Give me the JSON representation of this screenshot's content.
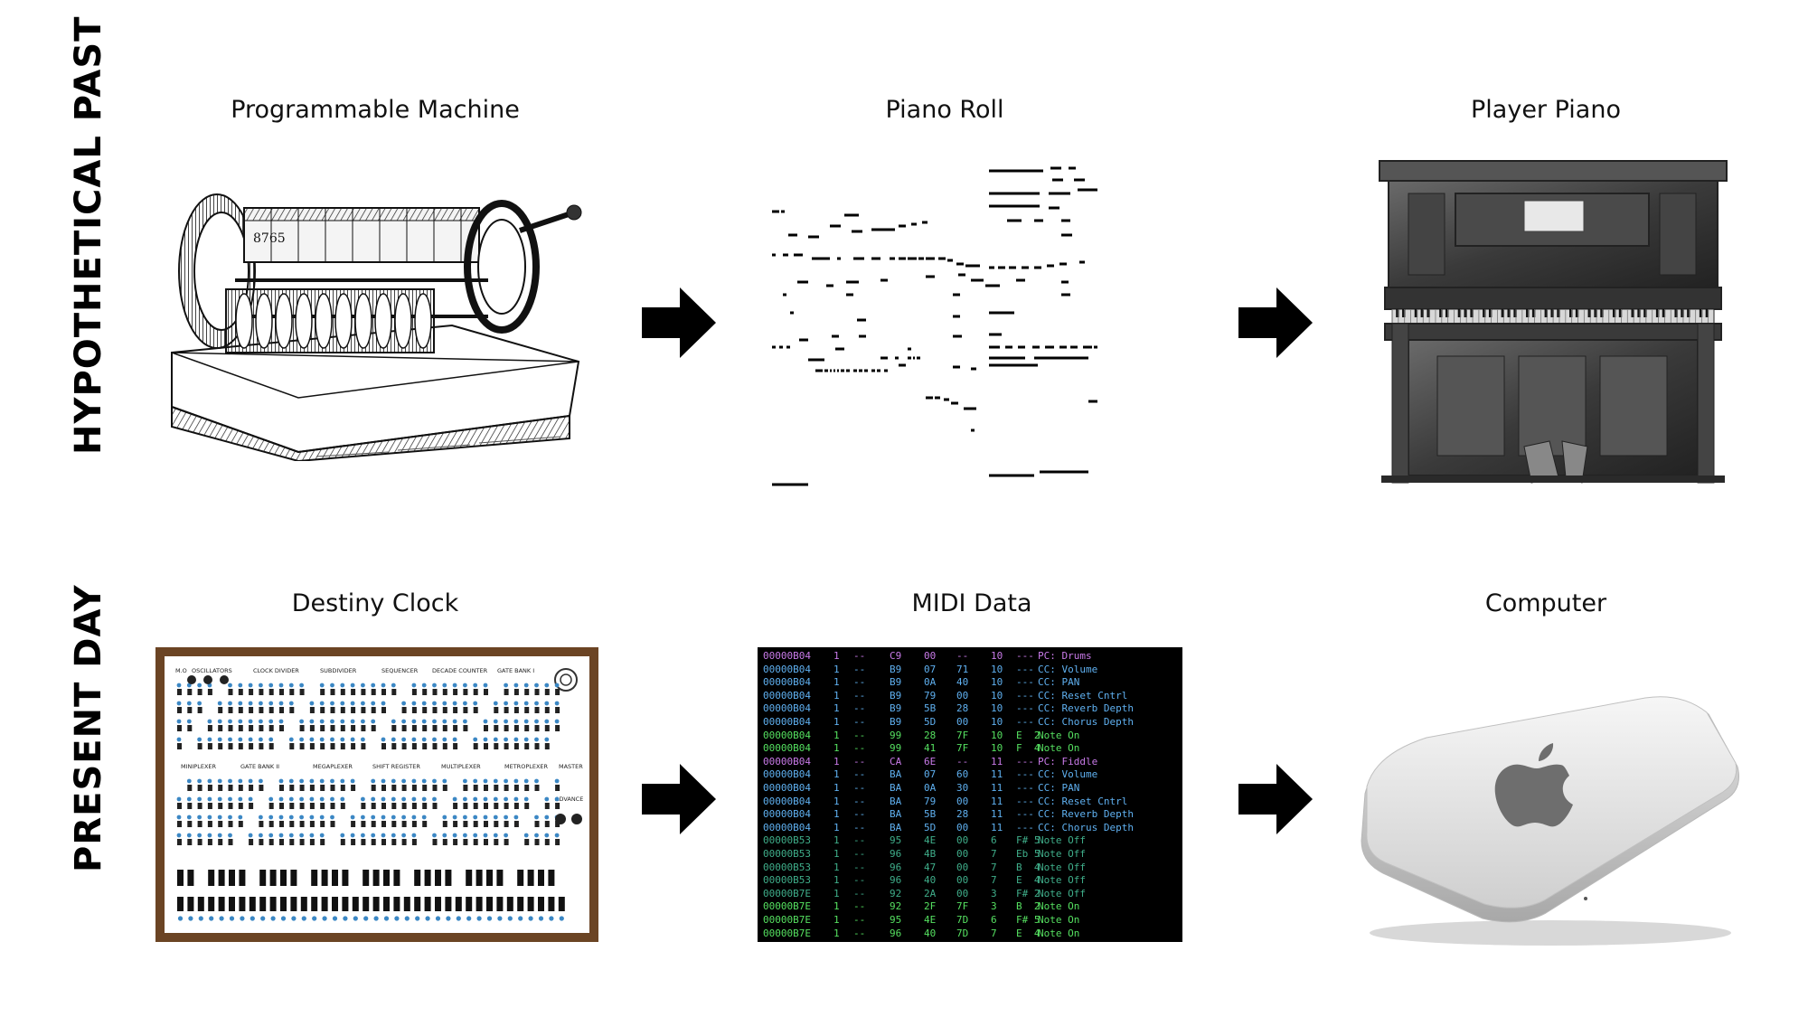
{
  "rows": [
    {
      "label": "HYPOTHETICAL PAST"
    },
    {
      "label": "PRESENT DAY"
    }
  ],
  "items": {
    "machine": {
      "caption": "Programmable Machine",
      "drum_digits": "8765"
    },
    "piano_roll": {
      "caption": "Piano Roll"
    },
    "player_piano": {
      "caption": "Player Piano"
    },
    "destiny_clock": {
      "caption": "Destiny Clock",
      "sections_top": [
        "M.O",
        "OSCILLATORS",
        "CLOCK DIVIDER",
        "SUBDIVIDER",
        "SEQUENCER",
        "DECADE COUNTER",
        "GATE BANK I"
      ],
      "sections_bottom": [
        "MINIPLEXER",
        "GATE BANK II",
        "MEGAPLEXER",
        "SHIFT REGISTER",
        "MULTIPLEXER",
        "METROPLEXER",
        "MASTER"
      ],
      "advance_label": "ADVANCE"
    },
    "midi_data": {
      "caption": "MIDI Data"
    },
    "computer": {
      "caption": "Computer"
    }
  },
  "midi_rows": [
    {
      "addr": "00000B04",
      "ch": "1",
      "d": "--",
      "s": "C9",
      "b1": "00",
      "b2": "--",
      "n": "10",
      "x": "---",
      "ev": "PC: Drums",
      "c": "#c87ae8"
    },
    {
      "addr": "00000B04",
      "ch": "1",
      "d": "--",
      "s": "B9",
      "b1": "07",
      "b2": "71",
      "n": "10",
      "x": "---",
      "ev": "CC: Volume",
      "c": "#5fb0f0"
    },
    {
      "addr": "00000B04",
      "ch": "1",
      "d": "--",
      "s": "B9",
      "b1": "0A",
      "b2": "40",
      "n": "10",
      "x": "---",
      "ev": "CC: PAN",
      "c": "#5fb0f0"
    },
    {
      "addr": "00000B04",
      "ch": "1",
      "d": "--",
      "s": "B9",
      "b1": "79",
      "b2": "00",
      "n": "10",
      "x": "---",
      "ev": "CC: Reset Cntrl",
      "c": "#5fb0f0"
    },
    {
      "addr": "00000B04",
      "ch": "1",
      "d": "--",
      "s": "B9",
      "b1": "5B",
      "b2": "28",
      "n": "10",
      "x": "---",
      "ev": "CC: Reverb Depth",
      "c": "#5fb0f0"
    },
    {
      "addr": "00000B04",
      "ch": "1",
      "d": "--",
      "s": "B9",
      "b1": "5D",
      "b2": "00",
      "n": "10",
      "x": "---",
      "ev": "CC: Chorus Depth",
      "c": "#5fb0f0"
    },
    {
      "addr": "00000B04",
      "ch": "1",
      "d": "--",
      "s": "99",
      "b1": "28",
      "b2": "7F",
      "n": "10",
      "x": "E  2",
      "ev": "Note On",
      "c": "#55e060"
    },
    {
      "addr": "00000B04",
      "ch": "1",
      "d": "--",
      "s": "99",
      "b1": "41",
      "b2": "7F",
      "n": "10",
      "x": "F  4",
      "ev": "Note On",
      "c": "#55e060"
    },
    {
      "addr": "00000B04",
      "ch": "1",
      "d": "--",
      "s": "CA",
      "b1": "6E",
      "b2": "--",
      "n": "11",
      "x": "---",
      "ev": "PC: Fiddle",
      "c": "#c87ae8"
    },
    {
      "addr": "00000B04",
      "ch": "1",
      "d": "--",
      "s": "BA",
      "b1": "07",
      "b2": "60",
      "n": "11",
      "x": "---",
      "ev": "CC: Volume",
      "c": "#5fb0f0"
    },
    {
      "addr": "00000B04",
      "ch": "1",
      "d": "--",
      "s": "BA",
      "b1": "0A",
      "b2": "30",
      "n": "11",
      "x": "---",
      "ev": "CC: PAN",
      "c": "#5fb0f0"
    },
    {
      "addr": "00000B04",
      "ch": "1",
      "d": "--",
      "s": "BA",
      "b1": "79",
      "b2": "00",
      "n": "11",
      "x": "---",
      "ev": "CC: Reset Cntrl",
      "c": "#5fb0f0"
    },
    {
      "addr": "00000B04",
      "ch": "1",
      "d": "--",
      "s": "BA",
      "b1": "5B",
      "b2": "28",
      "n": "11",
      "x": "---",
      "ev": "CC: Reverb Depth",
      "c": "#5fb0f0"
    },
    {
      "addr": "00000B04",
      "ch": "1",
      "d": "--",
      "s": "BA",
      "b1": "5D",
      "b2": "00",
      "n": "11",
      "x": "---",
      "ev": "CC: Chorus Depth",
      "c": "#5fb0f0"
    },
    {
      "addr": "00000B53",
      "ch": "1",
      "d": "--",
      "s": "95",
      "b1": "4E",
      "b2": "00",
      "n": "6",
      "x": "F# 5",
      "ev": "Note Off",
      "c": "#3fae8a"
    },
    {
      "addr": "00000B53",
      "ch": "1",
      "d": "--",
      "s": "96",
      "b1": "4B",
      "b2": "00",
      "n": "7",
      "x": "Eb 5",
      "ev": "Note Off",
      "c": "#3fae8a"
    },
    {
      "addr": "00000B53",
      "ch": "1",
      "d": "--",
      "s": "96",
      "b1": "47",
      "b2": "00",
      "n": "7",
      "x": "B  4",
      "ev": "Note Off",
      "c": "#3fae8a"
    },
    {
      "addr": "00000B53",
      "ch": "1",
      "d": "--",
      "s": "96",
      "b1": "40",
      "b2": "00",
      "n": "7",
      "x": "E  4",
      "ev": "Note Off",
      "c": "#3fae8a"
    },
    {
      "addr": "00000B7E",
      "ch": "1",
      "d": "--",
      "s": "92",
      "b1": "2A",
      "b2": "00",
      "n": "3",
      "x": "F# 2",
      "ev": "Note Off",
      "c": "#3fae8a"
    },
    {
      "addr": "00000B7E",
      "ch": "1",
      "d": "--",
      "s": "92",
      "b1": "2F",
      "b2": "7F",
      "n": "3",
      "x": "B  2",
      "ev": "Note On",
      "c": "#55e060"
    },
    {
      "addr": "00000B7E",
      "ch": "1",
      "d": "--",
      "s": "95",
      "b1": "4E",
      "b2": "7D",
      "n": "6",
      "x": "F# 5",
      "ev": "Note On",
      "c": "#55e060"
    },
    {
      "addr": "00000B7E",
      "ch": "1",
      "d": "--",
      "s": "96",
      "b1": "40",
      "b2": "7D",
      "n": "7",
      "x": "E  4",
      "ev": "Note On",
      "c": "#55e060"
    }
  ],
  "colors": {
    "arrow": "#000000",
    "clock_frame": "#6b4424",
    "midi_bg": "#000000"
  }
}
